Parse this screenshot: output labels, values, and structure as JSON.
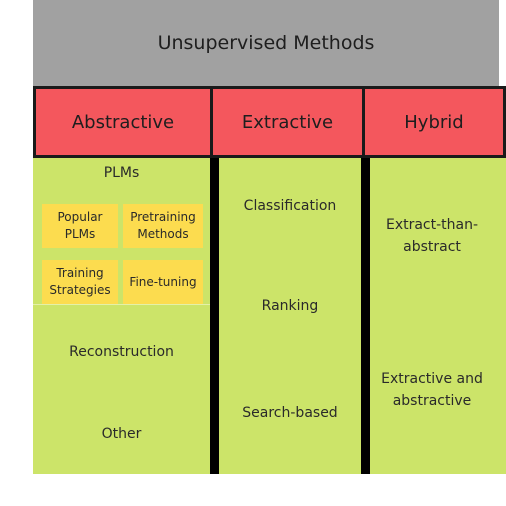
{
  "title": "Unsupervised Methods",
  "columns": [
    {
      "header": "Abstractive",
      "group_label": "PLMs",
      "chips": [
        "Popular PLMs",
        "Pretraining Methods",
        "Training Strategies",
        "Fine-tuning"
      ],
      "items": [
        "Reconstruction",
        "Other"
      ]
    },
    {
      "header": "Extractive",
      "items": [
        "Classification",
        "Ranking",
        "Search-based"
      ]
    },
    {
      "header": "Hybrid",
      "items": [
        "Extract-than-abstract",
        "Extractive and abstractive"
      ]
    }
  ],
  "colors": {
    "title_bg": "#a1a1a1",
    "header_bg": "#f4575d",
    "column_bg": "#cce469",
    "chip_bg": "#fcdc4f",
    "divider": "#000000"
  }
}
